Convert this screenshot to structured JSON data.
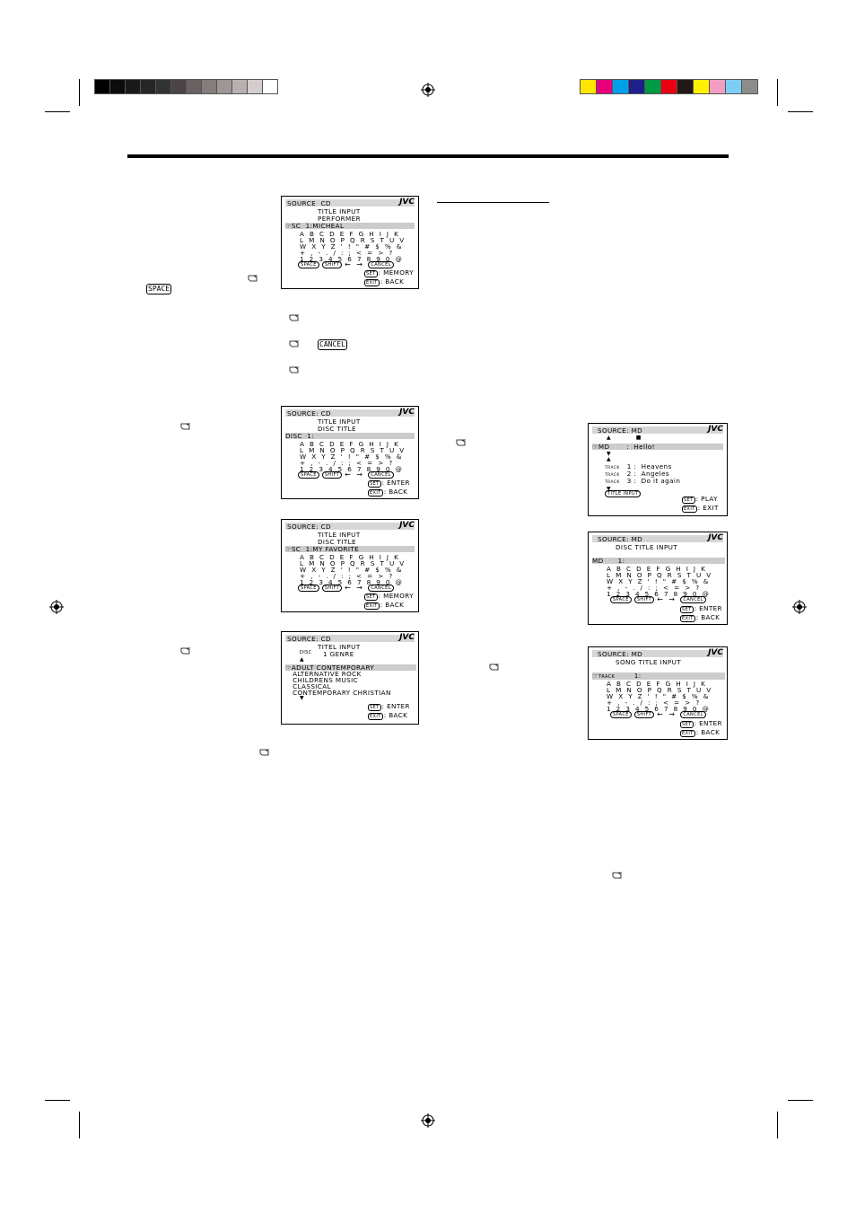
{
  "grays": [
    "#000000",
    "#0c0c0c",
    "#1a1a1a",
    "#262626",
    "#333333",
    "#4a4444",
    "#6a6262",
    "#857c7c",
    "#9e9696",
    "#b8b0b0",
    "#d4cdcd",
    "#ffffff"
  ],
  "colors": [
    "#ffe600",
    "#e6007e",
    "#00a0e9",
    "#1d2088",
    "#009944",
    "#e60012",
    "#231815",
    "#fff100",
    "#f19ec2",
    "#7ecef4",
    "#8c8c8c"
  ],
  "inline_keys": {
    "space": "SPACE",
    "cancel": "CANCEL"
  },
  "screens": {
    "s1": {
      "source": "SOURCE  CD",
      "brand": "JVC",
      "title": "TITLE INPUT",
      "subtitle": "PERFORMER",
      "entry": "SC  1:MICHEAL",
      "rows": [
        "A B C D E F G H I J K",
        "L M N O P Q R S T U V",
        "W X Y Z ' ! \" # $ % &",
        "+ , - . / : ; < = > ?",
        "1 2 3 4 5 6 7 8 9 0 @"
      ],
      "buttons": [
        "SPACE",
        "SHIFT",
        "←",
        "→",
        "CANCEL"
      ],
      "f1_key": "SET",
      "f1": ": MEMORY",
      "f2_key": "EXIT",
      "f2": ": BACK"
    },
    "s2": {
      "source": "SOURCE: CD",
      "brand": "JVC",
      "title": "TITLE INPUT",
      "subtitle": "DISC TITLE",
      "entry": "DISC  1:",
      "rows": [
        "A B C D E F G H I J K",
        "L M N O P Q R S T U V",
        "W X Y Z ' ! \" # $ % &",
        "+ , - . / : ; < = > ?",
        "1 2 3 4 5 6 7 8 9 0 @"
      ],
      "buttons": [
        "SPACE",
        "SHIFT",
        "←",
        "→",
        "CANCEL"
      ],
      "f1_key": "SET",
      "f1": ": ENTER",
      "f2_key": "EXIT",
      "f2": ": BACK"
    },
    "s3": {
      "source": "SOURCE: CD",
      "brand": "JVC",
      "title": "TITLE INPUT",
      "subtitle": "DISC TITLE",
      "entry": "SC  1:MY FAVORITE",
      "rows": [
        "A B C D E F G H I J K",
        "L M N O P Q R S T U V",
        "W X Y Z ' ! \" # $ % &",
        "+ , - . / : ; < = > ?",
        "1 2 3 4 5 6 7 8 9 0 @"
      ],
      "buttons": [
        "SPACE",
        "SHIFT",
        "←",
        "→",
        "CANCEL"
      ],
      "f1_key": "SET",
      "f1": ": MEMORY",
      "f2_key": "EXIT",
      "f2": ": BACK"
    },
    "s4": {
      "source": "SOURCE: CD",
      "brand": "JVC",
      "title": "TITEL INPUT",
      "disc": "DISC",
      "subtitle": "1 GENRE",
      "items": [
        "ADULT CONTEMPORARY",
        "ALTERNATIVE ROCK",
        "CHILDRENS MUSIC",
        "CLASSICAL",
        "CONTEMPORARY CHRISTIAN"
      ],
      "f1_key": "SET",
      "f1": ": ENTER",
      "f2_key": "EXIT",
      "f2": ": BACK"
    },
    "s5": {
      "source": "SOURCE: MD",
      "brand": "JVC",
      "md_label": "MD",
      "md_value": ":  Hello!",
      "track_label": "TRACK",
      "tracks": [
        "1 :  Heavens",
        "2 :  Angeles",
        "3 :  Do it again"
      ],
      "title_btn": "TITLE INPUT",
      "f1_key": "SET",
      "f1": ": PLAY",
      "f2_key": "EXIT",
      "f2": ": EXIT"
    },
    "s6": {
      "source": "SOURCE: MD",
      "brand": "JVC",
      "title": "DISC TITLE INPUT",
      "entry": "MD      1:",
      "rows": [
        "A B C D E F G H I J K",
        "L M N O P Q R S T U V",
        "W X Y Z ' ! \" # $ % &",
        "+ , - . / : ; < = > ?",
        "1 2 3 4 5 6 7 8 9 0 @"
      ],
      "buttons": [
        "SPACE",
        "SHIFT",
        "←",
        "→",
        "CANCEL"
      ],
      "f1_key": "SET",
      "f1": ": ENTER",
      "f2_key": "EXIT",
      "f2": ": BACK"
    },
    "s7": {
      "source": "SOURCE: MD",
      "brand": "JVC",
      "title": "SONG TITLE INPUT",
      "entry_label": "TRACK",
      "entry": "1:",
      "rows": [
        "A B C D E F G H I J K",
        "L M N O P Q R S T U V",
        "W X Y Z ' ! \" # $ % &",
        "+ , - . / : ; < = > ?",
        "1 2 3 4 5 6 7 8 9 0 @"
      ],
      "buttons": [
        "SPACE",
        "SHIFT",
        "←",
        "→",
        "CANCEL"
      ],
      "f1_key": "SET",
      "f1": ": ENTER",
      "f2_key": "EXIT",
      "f2": ": BACK"
    }
  }
}
